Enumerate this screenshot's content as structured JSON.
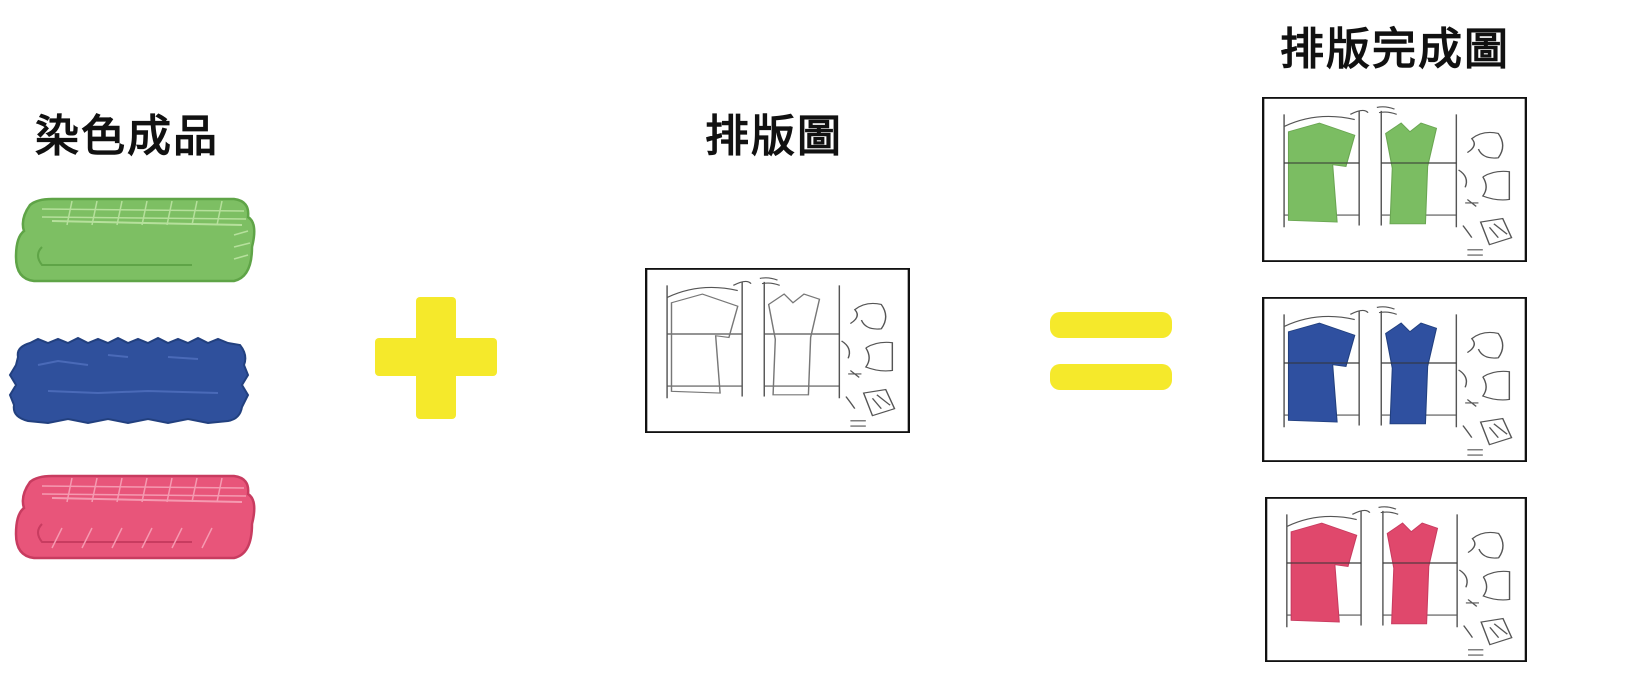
{
  "titles": {
    "dyed_products": "染色成品",
    "layout_diagram": "排版圖",
    "completed_layout": "排版完成圖"
  },
  "fabrics": [
    {
      "color_name": "green",
      "fill": "#7dbf63",
      "stroke": "#5fa447"
    },
    {
      "color_name": "blue",
      "fill": "#2f509c",
      "stroke": "#22407f"
    },
    {
      "color_name": "pink",
      "fill": "#e8557a",
      "stroke": "#c83c60"
    }
  ],
  "symbols": {
    "plus": "plus-icon",
    "equals": "equals-icon",
    "color": "#f5e92b"
  },
  "results": [
    {
      "color_name": "green",
      "fill": "#7bbd62"
    },
    {
      "color_name": "blue",
      "fill": "#2f50a0"
    },
    {
      "color_name": "pink",
      "fill": "#e0486c"
    }
  ]
}
